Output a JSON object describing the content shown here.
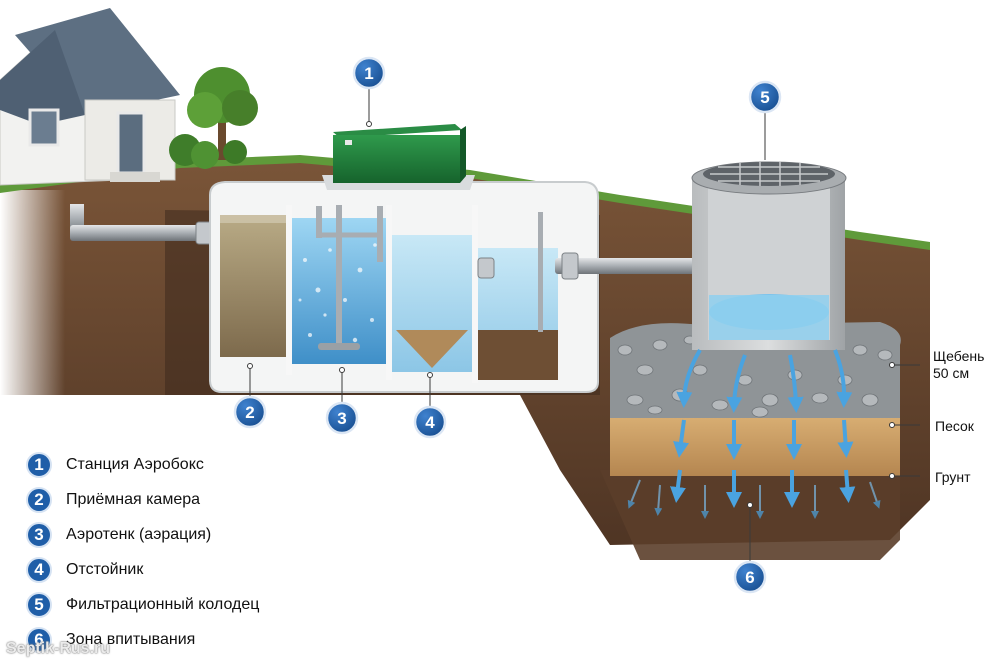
{
  "diagram": {
    "markers": [
      {
        "number": "1",
        "target": "station"
      },
      {
        "number": "2",
        "target": "receiving-chamber"
      },
      {
        "number": "3",
        "target": "aerotank"
      },
      {
        "number": "4",
        "target": "settler"
      },
      {
        "number": "5",
        "target": "filtration-well"
      },
      {
        "number": "6",
        "target": "absorption-zone"
      }
    ],
    "layer_labels": {
      "gravel": "Щебень\n50 см",
      "sand": "Песок",
      "soil": "Грунт"
    }
  },
  "legend": [
    {
      "number": "1",
      "text": "Станция Аэробокс"
    },
    {
      "number": "2",
      "text": "Приёмная камера"
    },
    {
      "number": "3",
      "text": "Аэротенк (аэрация)"
    },
    {
      "number": "4",
      "text": "Отстойник"
    },
    {
      "number": "5",
      "text": "Фильтрационный колодец"
    },
    {
      "number": "6",
      "text": "Зона впитывания"
    }
  ],
  "watermark": "Septik-Rus.ru",
  "colors": {
    "badge": "#1f5ea8",
    "grass": "#5f9a3a",
    "soil": "#6b4a33",
    "water": "#7cc4ec",
    "lid": "#1f7a3a",
    "sand": "#c79a5e"
  }
}
